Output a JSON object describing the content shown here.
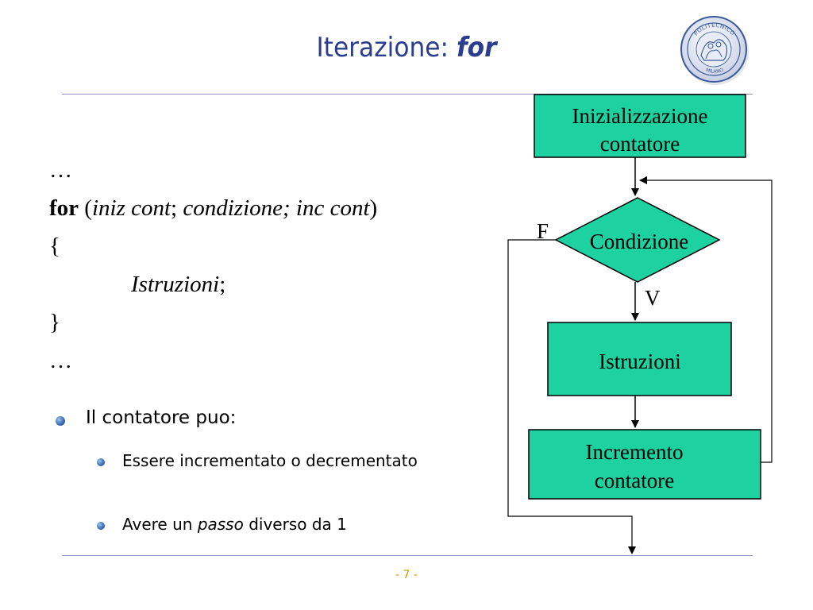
{
  "slide": {
    "title_prefix": "Iterazione: ",
    "title_keyword": "for",
    "page_number": "- 7 -"
  },
  "seal": {
    "top_text": "POLITECNICO",
    "bottom_text": "MILANO",
    "colors": {
      "ring": "#3a5a9a",
      "fill": "#e8ecf6"
    }
  },
  "code": {
    "line1": "…",
    "for_keyword": "for",
    "paren_open": " (",
    "init": "iniz cont",
    "sep1": "; ",
    "cond_inc": "condizione; inc cont",
    "paren_close": ")",
    "brace_open": "{",
    "body": "Istruzioni",
    "body_semicolon": ";",
    "brace_close": "}",
    "line_last": "…"
  },
  "bullets": {
    "main": "Il contatore puo:",
    "sub1": "Essere incrementato o decrementato",
    "sub2_prefix": "Avere un ",
    "sub2_em": "passo",
    "sub2_suffix": " diverso da 1"
  },
  "flowchart": {
    "colors": {
      "box_fill": "#1ed1a0",
      "stroke": "#000000"
    },
    "init_line1": "Inizializzazione",
    "init_line2": "contatore",
    "condition": "Condizione",
    "false_label": "F",
    "true_label": "V",
    "body": "Istruzioni",
    "inc_line1": "Incremento",
    "inc_line2": "contatore"
  }
}
